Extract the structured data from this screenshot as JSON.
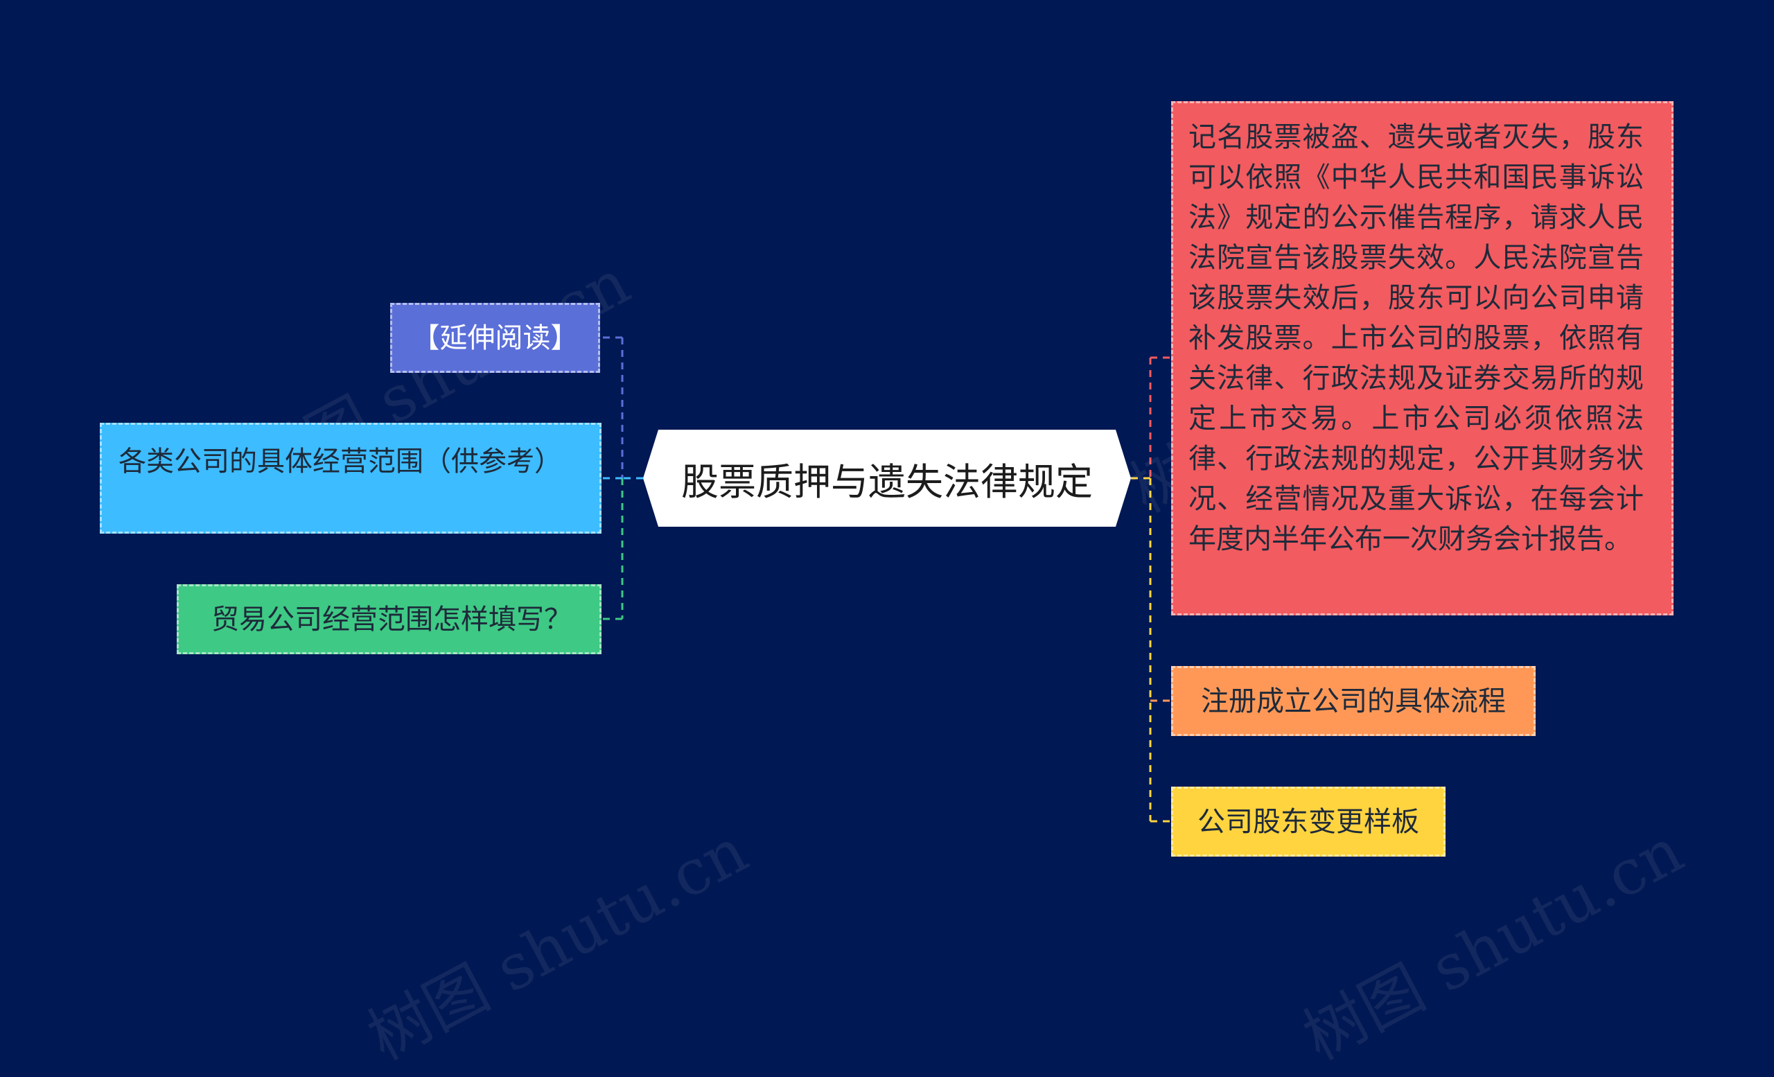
{
  "colors": {
    "background": "#001853",
    "extended_reading": "#5b6fd8",
    "company_scope": "#3dbcff",
    "trade_scope": "#3ec985",
    "lost_stock": "#f25b5f",
    "register_process": "#ff9857",
    "shareholder_change": "#ffd43f"
  },
  "root": {
    "label": "股票质押与遗失法律规定"
  },
  "left_branches": [
    {
      "label": "【延伸阅读】"
    },
    {
      "label": "各类公司的具体经营范围（供参考）"
    },
    {
      "label": "贸易公司经营范围怎样填写？"
    }
  ],
  "right_branches": [
    {
      "label": "记名股票被盗、遗失或者灭失，股东可以依照《中华人民共和国民事诉讼法》规定的公示催告程序，请求人民法院宣告该股票失效。人民法院宣告该股票失效后，股东可以向公司申请补发股票。上市公司的股票，依照有关法律、行政法规及证券交易所的规定上市交易。上市公司必须依照法律、行政法规的规定，公开其财务状况、经营情况及重大诉讼，在每会计年度内半年公布一次财务会计报告。"
    },
    {
      "label": "注册成立公司的具体流程"
    },
    {
      "label": "公司股东变更样板"
    }
  ],
  "watermark": "树图 shutu.cn"
}
